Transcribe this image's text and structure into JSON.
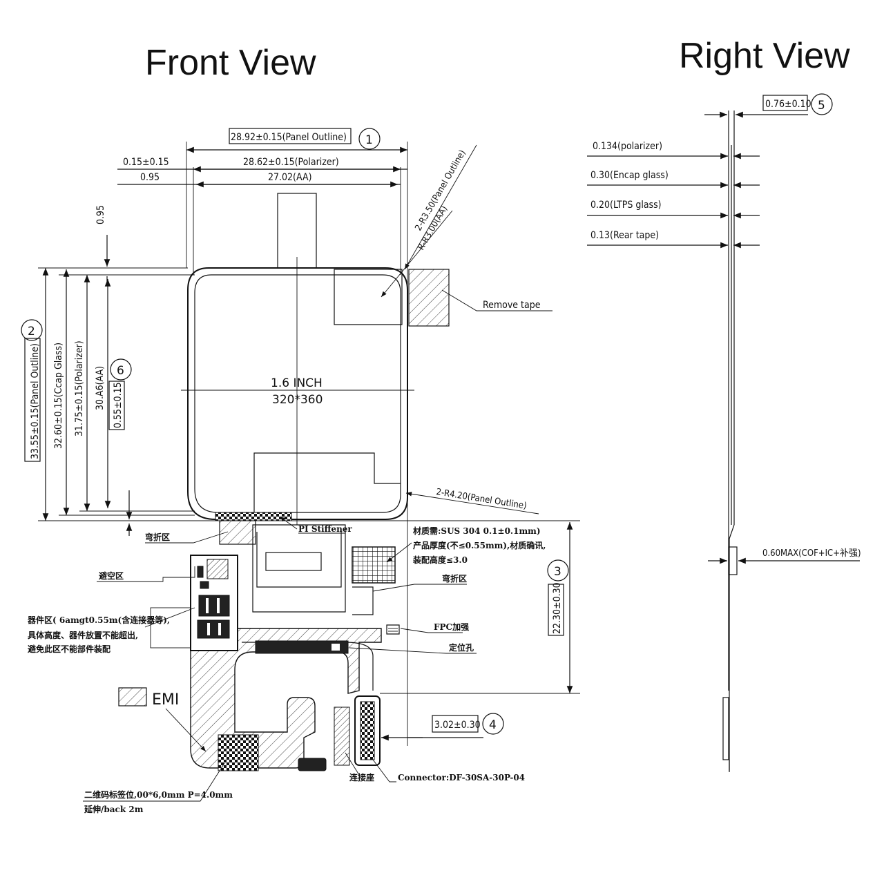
{
  "titles": {
    "front_view": "Front View",
    "right_view": "Right View"
  },
  "front": {
    "panel_outline_width": "28.92±0.15(Panel Outline)",
    "polarizer_width": "28.62±0.15(Polarizer)",
    "aa_width": "27.02(AA)",
    "offset_015": "0.15±0.15",
    "offset_095_h": "0.95",
    "offset_095_v": "0.95",
    "panel_outline_height": "33.55±0.15(Panel Outline)",
    "ccap_glass_height": "32.60±0.15(Ccap Glass)",
    "polarizer_height": "31.75±0.15(Polarizer)",
    "aa_height": "30.A6(AA)",
    "bottom_offset": "0.55±0.15",
    "corner_radius_outline": "2-R3.50(Panel Outline)",
    "corner_radius_aa": "R-R3.00(AA)",
    "corner_radius_bottom": "2-R4.20(Panel Outline)",
    "remove_tape": "Remove tape",
    "size": "1.6  INCH",
    "resolution": "320*360",
    "pi_stiffener": "PI Stiffener",
    "bend_zone_left": "弯折区",
    "bend_zone_right": "弯折区",
    "keepout_zone": "避空区",
    "component_zone": [
      "器件区( 6amgt0.55m(含连接器等),",
      "具体高度、器件放置不能超出,",
      "避免此区不能部件装配"
    ],
    "material": [
      "材质需:SUS  304  0.1±0.1mm)",
      "产品厚度(不≤0.55mm),材质确讯,",
      "装配高度≤3.0"
    ],
    "fpc_stiffener": "FPC加强",
    "locating_hole": "定位孔",
    "fpc_height": "22.30±0.30",
    "connector_offset": "3.02±0.30",
    "emi": "EMI",
    "connector_zone": "连接座",
    "connector": "Connector:DF-30SA-30P-04",
    "qr_label": [
      "二维码标签位,00*6,0mm P=4.0mm",
      "延伸/back 2m"
    ]
  },
  "right": {
    "total_thickness": "0.76±0.10",
    "polarizer": "0.134(polarizer)",
    "encap_glass": "0.30(Encap glass)",
    "ltps_glass": "0.20(LTPS glass)",
    "rear_tape": "0.13(Rear tape)",
    "cof_max": "0.60MAX(COF+IC+补强)"
  },
  "callouts": [
    "1",
    "2",
    "3",
    "4",
    "5",
    "6"
  ]
}
